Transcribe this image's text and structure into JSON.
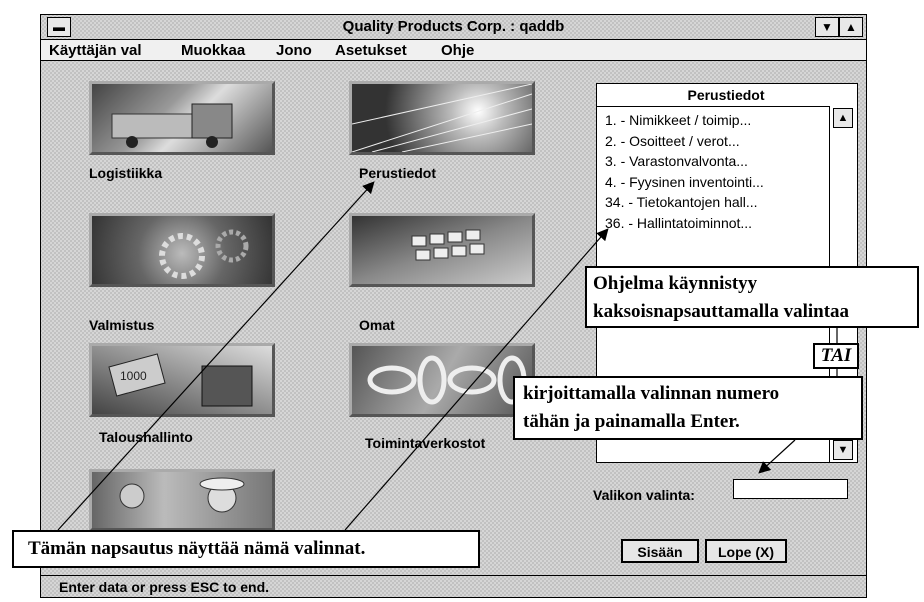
{
  "window": {
    "title": "Quality Products Corp. : qaddb"
  },
  "menubar": {
    "items": [
      "Käyttäjän val",
      "Muokkaa",
      "Jono",
      "Asetukset",
      "Ohje"
    ]
  },
  "modules": [
    {
      "label": "Logistiikka",
      "icon": "truck-image"
    },
    {
      "label": "Perustiedot",
      "icon": "light-beams-image"
    },
    {
      "label": "Valmistus",
      "icon": "gears-image"
    },
    {
      "label": "Omat",
      "icon": "keyboard-image"
    },
    {
      "label": "Taloushallinto",
      "icon": "money-calculator-image"
    },
    {
      "label": "Toimintaverkostot",
      "icon": "chain-image"
    },
    {
      "label": "",
      "icon": "people-image"
    }
  ],
  "list": {
    "header": "Perustiedot",
    "items": [
      "1. - Nimikkeet / toimip...",
      "2. - Osoitteet / verot...",
      "3. - Varastonvalvonta...",
      "4. - Fyysinen inventointi...",
      "34. - Tietokantojen hall...",
      "36. - Hallintatoiminnot..."
    ]
  },
  "selection": {
    "label": "Valikon valinta:",
    "value": ""
  },
  "buttons": {
    "sisaan": "Sisään",
    "lope": "Lope (X)"
  },
  "status": "Enter data or press ESC to end.",
  "callouts": {
    "top_line1": "Ohjelma käynnistyy",
    "top_line2": "kaksoisnapsauttamalla valintaa",
    "tai": "TAI",
    "mid_line1": "kirjoittamalla valinnan numero",
    "mid_line2": "tähän ja painamalla Enter.",
    "bottom": "Tämän napsautus näyttää nämä valinnat."
  }
}
